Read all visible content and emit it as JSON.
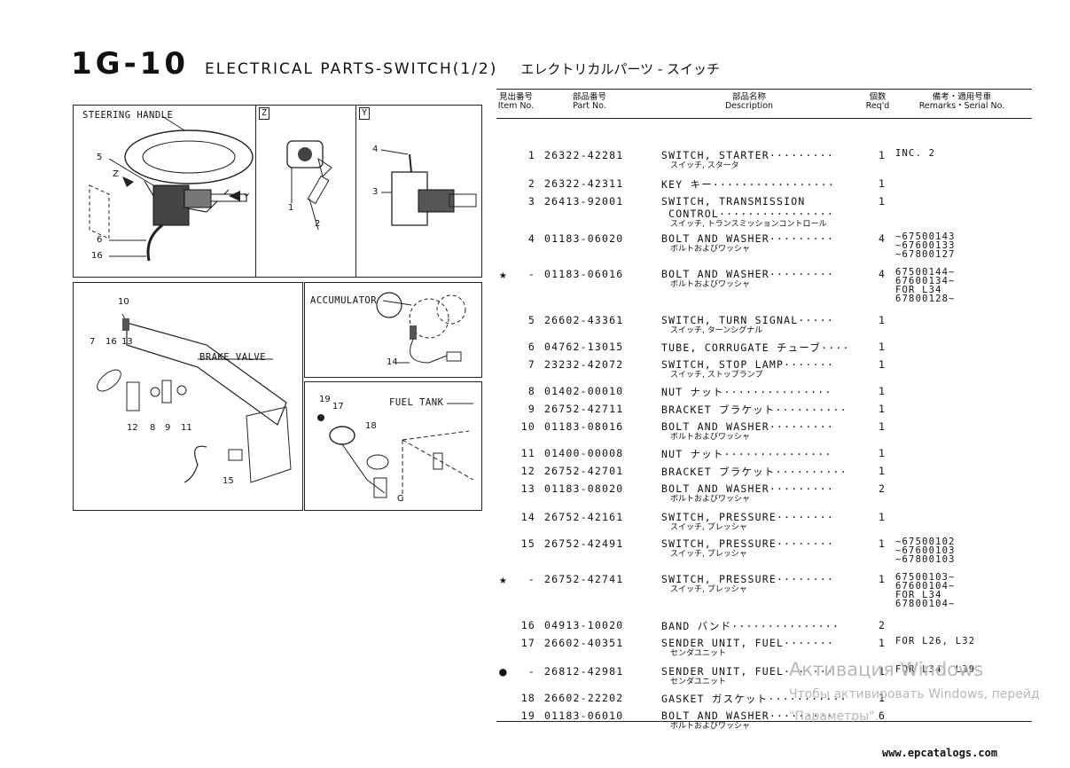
{
  "header": {
    "code": "1G-10",
    "title": "ELECTRICAL PARTS-SWITCH(1/2)",
    "title_jp": "エレクトリカルパーツ - スイッチ"
  },
  "diagrams": {
    "steering": {
      "label": "STEERING HANDLE",
      "callouts": [
        "5",
        "Z",
        "Y",
        "6",
        "16"
      ]
    },
    "z_view": {
      "tag": "Z",
      "callouts": [
        "1",
        "2"
      ]
    },
    "y_view": {
      "tag": "Y",
      "callouts": [
        "4",
        "3"
      ]
    },
    "brake": {
      "label": "BRAKE VALVE",
      "callouts": [
        "10",
        "7",
        "16",
        "13",
        "12",
        "8",
        "9",
        "11",
        "15"
      ]
    },
    "accumulator": {
      "label": "ACCUMULATOR",
      "callouts": [
        "14"
      ]
    },
    "fuel": {
      "label": "FUEL TANK",
      "callouts": [
        "19",
        "17",
        "18",
        "C"
      ]
    }
  },
  "table": {
    "headers": {
      "item_jp": "見出番号",
      "item": "Item No.",
      "part_jp": "部品番号",
      "part": "Part No.",
      "desc_jp": "部品名称",
      "desc": "Description",
      "qty_jp": "個数",
      "qty": "Req'd",
      "rem_jp": "備考・適用号車",
      "rem": "Remarks・Serial No."
    },
    "rows": [
      {
        "mark": "",
        "item": "1",
        "part": "26322-42281",
        "desc": "SWITCH, STARTER·········",
        "jp": "スイッチ, スタータ",
        "qty": "1",
        "rem": "INC. 2"
      },
      {
        "mark": "",
        "item": "2",
        "part": "26322-42311",
        "desc": "KEY キー·················",
        "jp": "",
        "qty": "1",
        "rem": ""
      },
      {
        "mark": "",
        "item": "3",
        "part": "26413-92001",
        "desc": "SWITCH, TRANSMISSION\n CONTROL················",
        "jp": "スイッチ, トランスミッションコントロール",
        "qty": "1",
        "rem": ""
      },
      {
        "mark": "",
        "item": "4",
        "part": "01183-06020",
        "desc": "BOLT AND WASHER·········",
        "jp": "ボルトおよびワッシャ",
        "qty": "4",
        "rem": "~67500143\n~67600133\n~67800127"
      },
      {
        "mark": "★",
        "item": "-",
        "part": "01183-06016",
        "desc": "BOLT AND WASHER·········",
        "jp": "ボルトおよびワッシャ",
        "qty": "4",
        "rem": "67500144~\n67600134~\nFOR L34\n67800128~"
      },
      {
        "mark": "",
        "item": "5",
        "part": "26602-43361",
        "desc": "SWITCH, TURN SIGNAL·····",
        "jp": "スイッチ, ターンシグナル",
        "qty": "1",
        "rem": ""
      },
      {
        "mark": "",
        "item": "6",
        "part": "04762-13015",
        "desc": "TUBE, CORRUGATE チューブ····",
        "jp": "",
        "qty": "1",
        "rem": ""
      },
      {
        "mark": "",
        "item": "7",
        "part": "23232-42072",
        "desc": "SWITCH, STOP LAMP·······",
        "jp": "スイッチ, ストップランプ",
        "qty": "1",
        "rem": ""
      },
      {
        "mark": "",
        "item": "8",
        "part": "01402-00010",
        "desc": "NUT ナット···············",
        "jp": "",
        "qty": "1",
        "rem": ""
      },
      {
        "mark": "",
        "item": "9",
        "part": "26752-42711",
        "desc": "BRACKET ブラケット··········",
        "jp": "",
        "qty": "1",
        "rem": ""
      },
      {
        "mark": "",
        "item": "10",
        "part": "01183-08016",
        "desc": "BOLT AND WASHER·········",
        "jp": "ボルトおよびワッシャ",
        "qty": "1",
        "rem": ""
      },
      {
        "mark": "",
        "item": "11",
        "part": "01400-00008",
        "desc": "NUT ナット···············",
        "jp": "",
        "qty": "1",
        "rem": ""
      },
      {
        "mark": "",
        "item": "12",
        "part": "26752-42701",
        "desc": "BRACKET ブラケット··········",
        "jp": "",
        "qty": "1",
        "rem": ""
      },
      {
        "mark": "",
        "item": "13",
        "part": "01183-08020",
        "desc": "BOLT AND WASHER·········",
        "jp": "ボルトおよびワッシャ",
        "qty": "2",
        "rem": ""
      },
      {
        "mark": "",
        "item": "14",
        "part": "26752-42161",
        "desc": "SWITCH, PRESSURE········",
        "jp": "スイッチ, プレッシャ",
        "qty": "1",
        "rem": ""
      },
      {
        "mark": "",
        "item": "15",
        "part": "26752-42491",
        "desc": "SWITCH, PRESSURE········",
        "jp": "スイッチ, プレッシャ",
        "qty": "1",
        "rem": "~67500102\n~67600103\n~67800103"
      },
      {
        "mark": "★",
        "item": "-",
        "part": "26752-42741",
        "desc": "SWITCH, PRESSURE········",
        "jp": "スイッチ, プレッシャ",
        "qty": "1",
        "rem": "67500103~\n67600104~\nFOR L34\n67800104~"
      },
      {
        "mark": "",
        "item": "16",
        "part": "04913-10020",
        "desc": "BAND バンド···············",
        "jp": "",
        "qty": "2",
        "rem": ""
      },
      {
        "mark": "",
        "item": "17",
        "part": "26602-40351",
        "desc": "SENDER UNIT, FUEL·······",
        "jp": "センダユニット",
        "qty": "1",
        "rem": "FOR L26, L32"
      },
      {
        "mark": "●",
        "item": "-",
        "part": "26812-42981",
        "desc": "SENDER UNIT, FUEL·······",
        "jp": "センダユニット",
        "qty": "1",
        "rem": "FOR L34, L39"
      },
      {
        "mark": "",
        "item": "18",
        "part": "26602-22202",
        "desc": "GASKET ガスケット···········",
        "jp": "",
        "qty": "1",
        "rem": ""
      },
      {
        "mark": "",
        "item": "19",
        "part": "01183-06010",
        "desc": "BOLT AND WASHER·········",
        "jp": "ボルトおよびワッシャ",
        "qty": "6",
        "rem": ""
      }
    ]
  },
  "watermark": {
    "line1": "Активация Windows",
    "line2": "Чтобы активировать Windows, перейд",
    "line3": "\"Параметры\"."
  },
  "footer": {
    "site": "www.epcatalogs.com"
  }
}
